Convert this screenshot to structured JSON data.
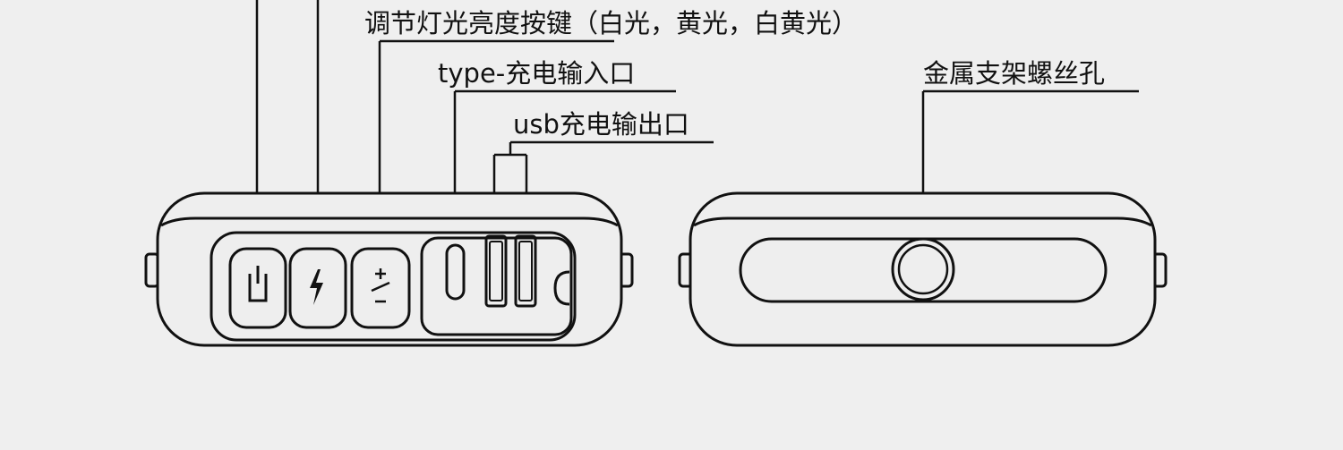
{
  "labels": {
    "brightness": "调节灯光亮度按键（白光，黄光，白黄光）",
    "type_c": "type-充电输入口",
    "usb": "usb充电输出口",
    "screw_hole": "金属支架螺丝孔"
  },
  "buttons": {
    "power_icon": "power-icon",
    "flash_icon": "lightning-icon",
    "brightness_icon": "plus-minus-icon"
  },
  "colors": {
    "line": "#111111",
    "background": "#efefef",
    "device_fill": "#eeeeee"
  }
}
